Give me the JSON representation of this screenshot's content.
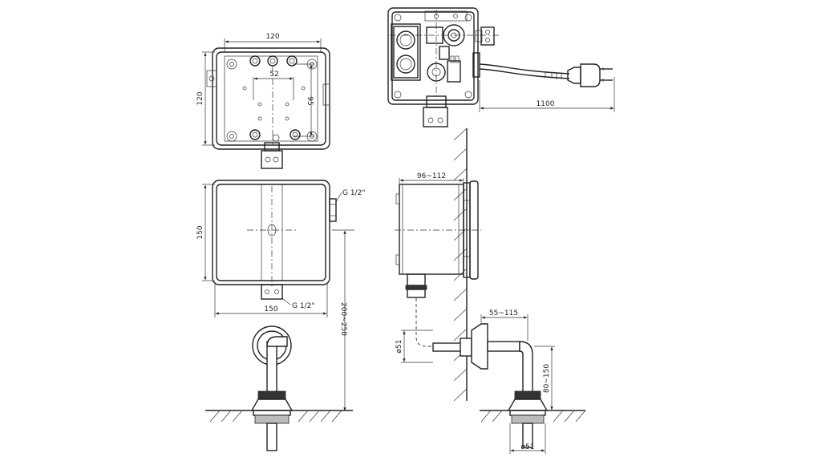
{
  "dimensions": {
    "top_width": "120",
    "top_height": "120",
    "inner_width": "52",
    "inner_height": "95",
    "cable_length": "1100",
    "front_height": "150",
    "front_width": "150",
    "thread_side": "G 1/2\"",
    "thread_bottom": "G 1/2\"",
    "install_height": "200~250",
    "depth": "96~112",
    "pipe_dia_left": "ø51",
    "offset": "55~115",
    "pipe_drop": "80~150",
    "pipe_dia_bottom": "ø51"
  },
  "colors": {
    "line": "#222222",
    "background": "#ffffff"
  }
}
